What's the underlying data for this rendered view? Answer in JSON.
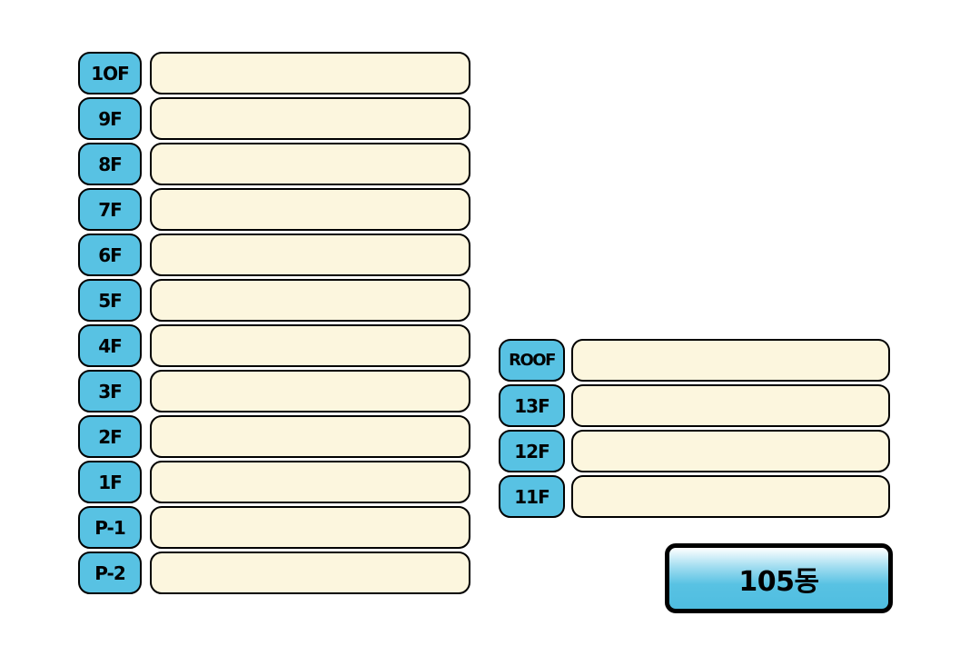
{
  "left_column": {
    "floors": [
      "1OF",
      "9F",
      "8F",
      "7F",
      "6F",
      "5F",
      "4F",
      "3F",
      "2F",
      "1F",
      "P-1",
      "P-2"
    ]
  },
  "right_column": {
    "floors": [
      "ROOF",
      "13F",
      "12F",
      "11F"
    ]
  },
  "building_label": "105동",
  "colors": {
    "label_fill": "#58c2e3",
    "cell_fill": "#fcf6de",
    "border": "#000000"
  }
}
